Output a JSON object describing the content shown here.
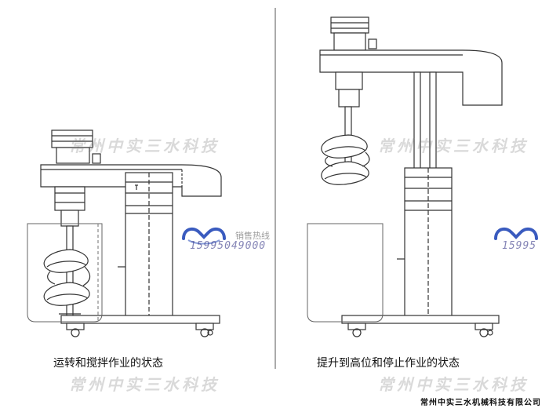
{
  "captions": {
    "left": "运转和搅拌作业的状态",
    "right": "提升到高位和停止作业的状态"
  },
  "watermark": {
    "company_short": "常州中实三水科技"
  },
  "hotline": {
    "label": "销售热线",
    "number": "15995049000",
    "number_partial": "15995"
  },
  "footer": {
    "company": "常州中实三水机械科技有限公司"
  },
  "colors": {
    "line": "#333333",
    "logo_blue": "#3a5bbf",
    "watermark": "#9a9a9a"
  }
}
